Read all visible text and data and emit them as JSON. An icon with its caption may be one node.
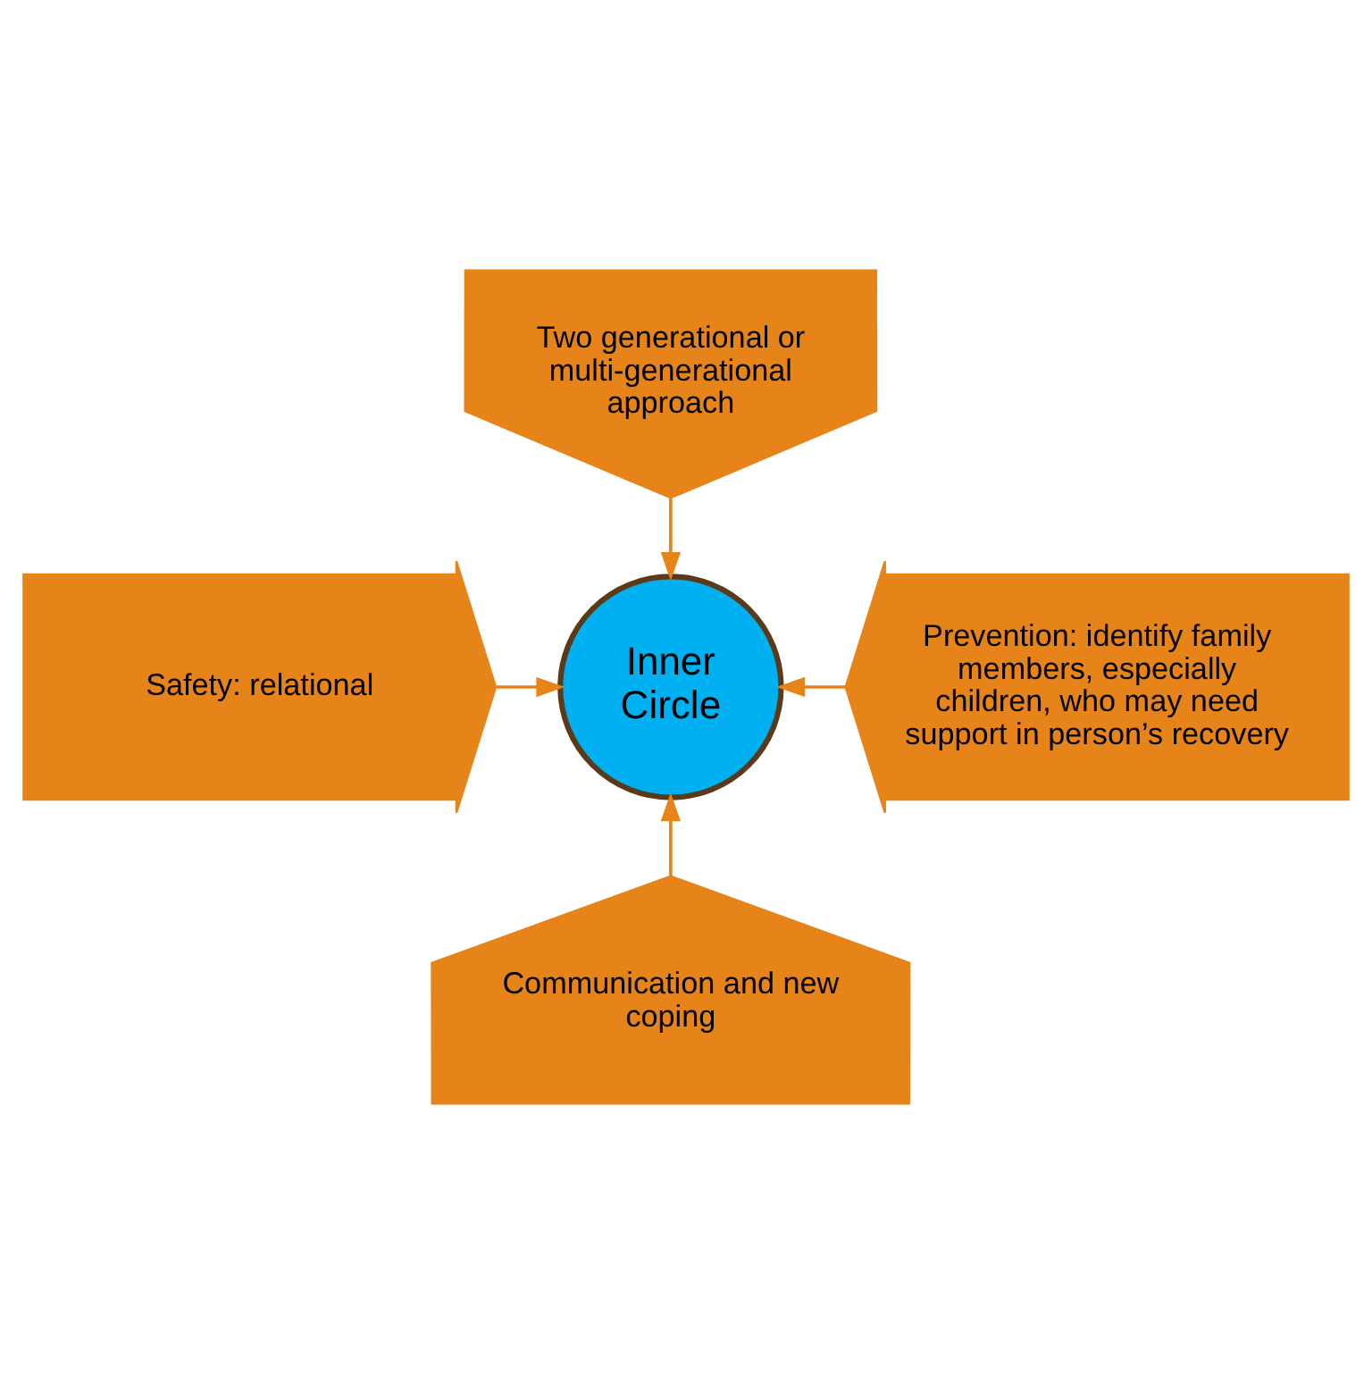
{
  "diagram": {
    "nodes": [
      {
        "text": [
          "Two generational or multi-generational approach"
        ]
      },
      {
        "text": [
          "Safety: relational"
        ]
      },
      {
        "text": [
          "Inner Circle"
        ]
      },
      {
        "text": [
          "Prevention: identify family members, especially children, who may need support in person’s recovery"
        ]
      },
      {
        "text": [
          "Communication and new coping"
        ]
      }
    ],
    "edges": [
      {
        "from": 0,
        "to": 2,
        "arrow": "to"
      },
      {
        "from": 1,
        "to": 2,
        "arrow": "to"
      },
      {
        "from": 3,
        "to": 2,
        "arrow": "to"
      },
      {
        "from": 4,
        "to": 2,
        "arrow": "to"
      }
    ]
  }
}
